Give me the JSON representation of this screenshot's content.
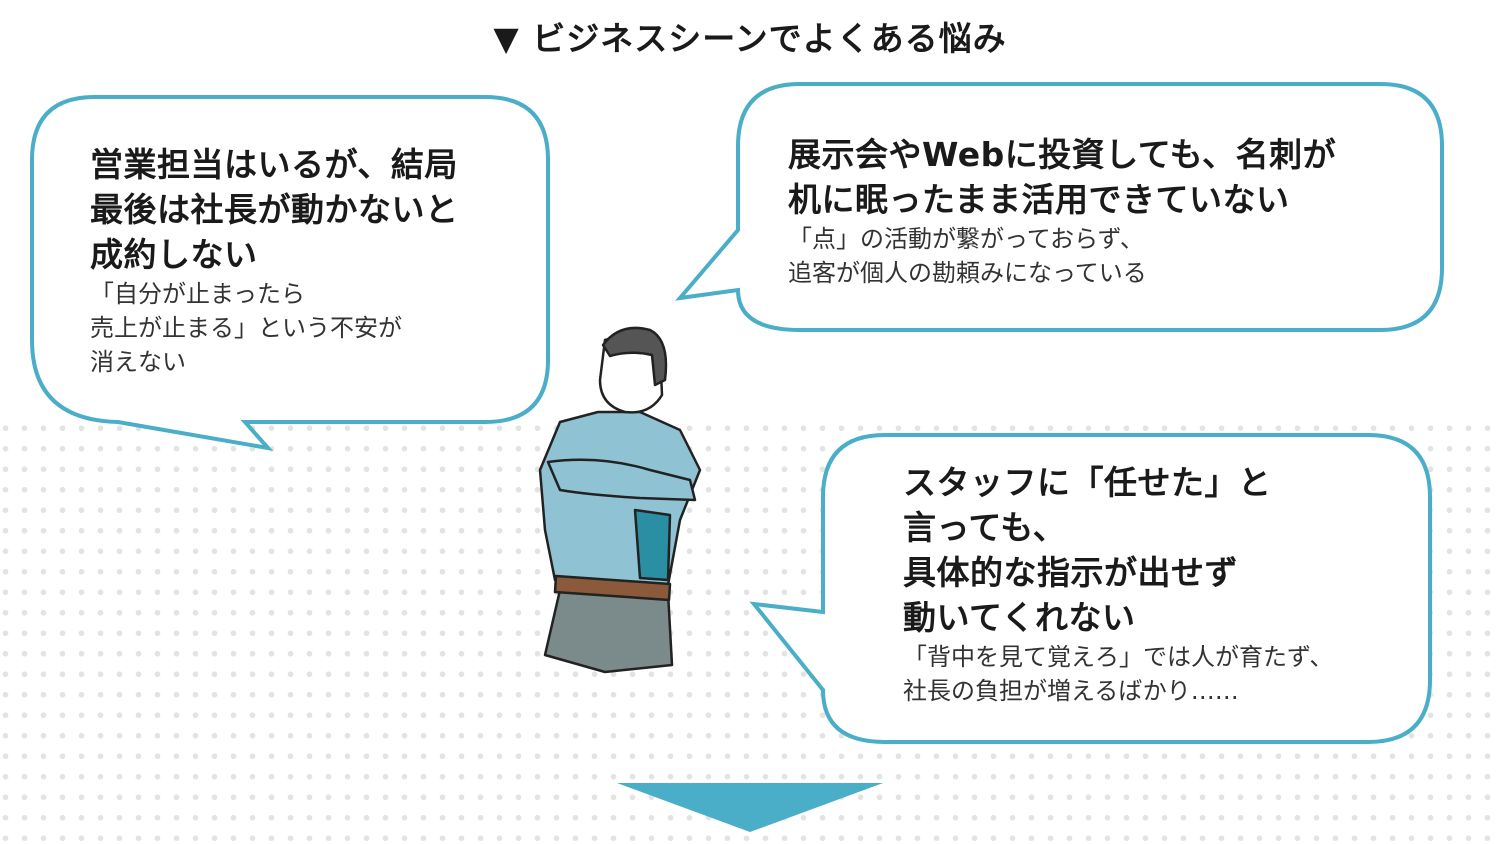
{
  "section_title": "▼ ビジネスシーンでよくある悩み",
  "colors": {
    "accent": "#4aaec8",
    "dots": "#e3e3e3"
  },
  "bubbles": [
    {
      "heading": [
        "営業担当はいるが、結局",
        "最後は社長が動かないと",
        "成約しない"
      ],
      "sub": [
        "「自分が止まったら",
        "売上が止まる」という不安が",
        "消えない"
      ]
    },
    {
      "heading": [
        "展示会やWebに投資しても、名刺が",
        "机に眠ったまま活用できていない"
      ],
      "sub": [
        "「点」の活動が繋がっておらず、",
        "追客が個人の勘頼みになっている"
      ]
    },
    {
      "heading": [
        "スタッフに「任せた」と",
        "言っても、",
        "具体的な指示が出せず",
        "動いてくれない"
      ],
      "sub": [
        "「背中を見て覚えろ」では人が育たず、",
        "社長の負担が増えるばかり……"
      ]
    }
  ],
  "illustration": "worried-businessman"
}
